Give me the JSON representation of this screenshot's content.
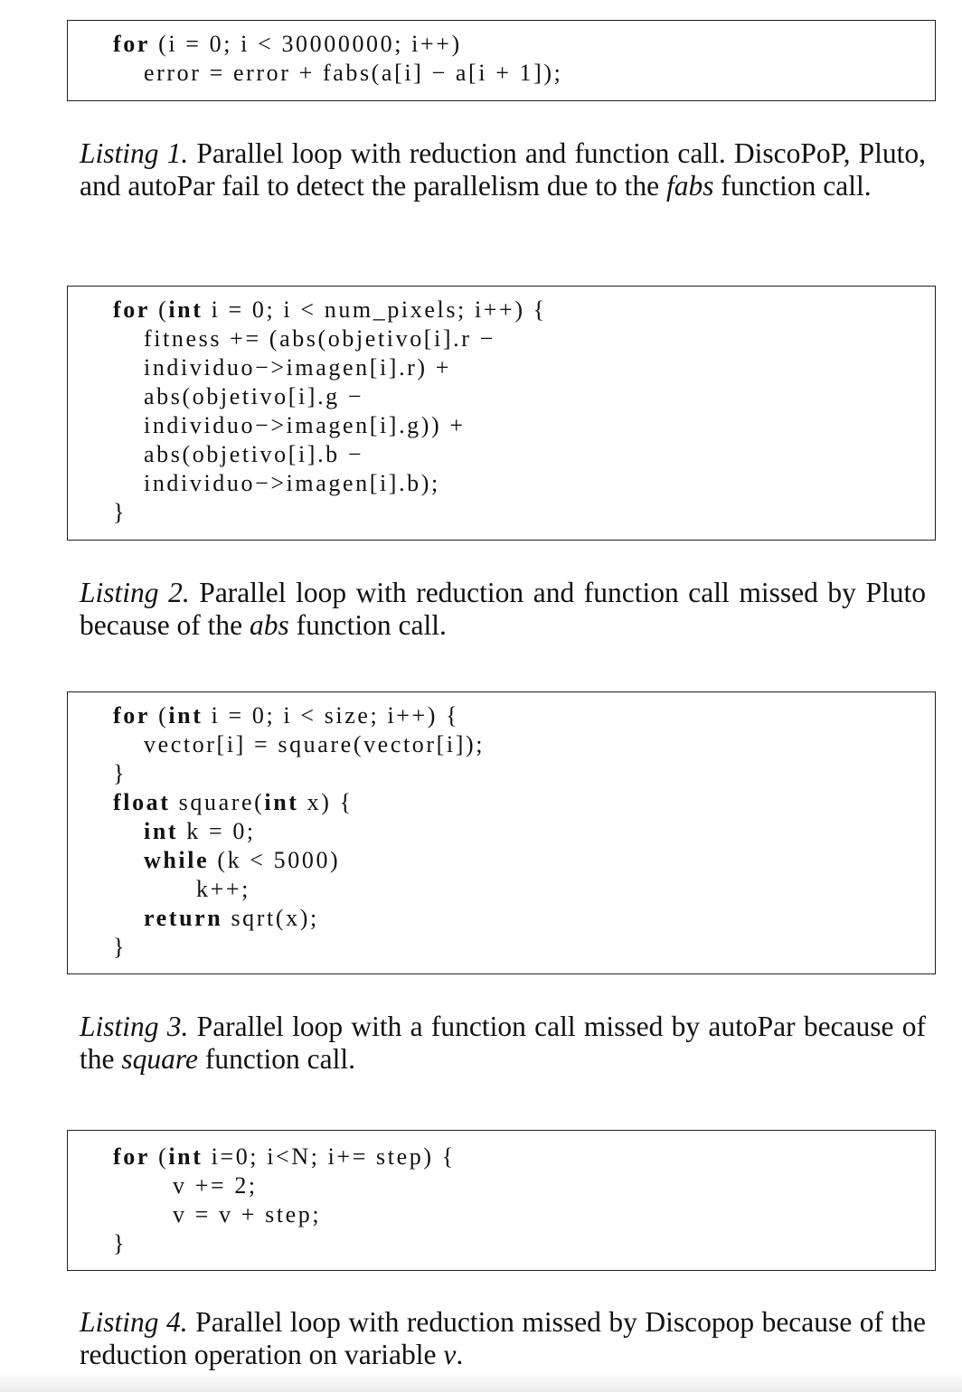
{
  "listings": [
    {
      "id": "listing-1",
      "lines": [
        {
          "kw": "for",
          "rest": " (i = 0; i < 30000000; i++)"
        },
        {
          "kw": "",
          "rest": "error = error + fabs(a[i] − a[i + 1]);"
        }
      ],
      "caption": {
        "label": "Listing 1.",
        "text": " Parallel loop with reduction and function call. DiscoPoP, Pluto, and autoPar fail to detect the parallelism due to the ",
        "math": "fabs",
        "tail": " function call."
      }
    },
    {
      "id": "listing-2",
      "lines": [
        {
          "kw": "for",
          "rest": " (",
          "kw2": "int",
          "rest2": " i = 0; i < num_pixels; i++) {"
        },
        {
          "kw": "",
          "rest": "fitness += (abs(objetivo[i].r −"
        },
        {
          "kw": "",
          "rest": "individuo−>imagen[i].r) +"
        },
        {
          "kw": "",
          "rest": "abs(objetivo[i].g −"
        },
        {
          "kw": "",
          "rest": "individuo−>imagen[i].g)) +"
        },
        {
          "kw": "",
          "rest": "abs(objetivo[i].b −"
        },
        {
          "kw": "",
          "rest": "individuo−>imagen[i].b);"
        },
        {
          "kw": "",
          "rest": "}"
        }
      ],
      "caption": {
        "label": "Listing 2.",
        "text": " Parallel loop with reduction and function call missed by Pluto because of the ",
        "math": "abs",
        "tail": " function call."
      }
    },
    {
      "id": "listing-3",
      "lines": [
        {
          "kw": "for",
          "rest": " (",
          "kw2": "int",
          "rest2": " i = 0; i < size; i++) {"
        },
        {
          "kw": "",
          "rest": "vector[i] = square(vector[i]);"
        },
        {
          "kw": "",
          "rest": "}"
        },
        {
          "kw": "float",
          "rest": " square(",
          "kw2": "int",
          "rest2": " x) {"
        },
        {
          "kw": "int",
          "rest": " k = 0;"
        },
        {
          "kw": "while",
          "rest": " (k < 5000)"
        },
        {
          "kw": "",
          "rest": "k++;"
        },
        {
          "kw": "return",
          "rest": " sqrt(x);"
        },
        {
          "kw": "",
          "rest": "}"
        }
      ],
      "caption": {
        "label": "Listing 3.",
        "text": " Parallel loop with a function call missed by autoPar because of the ",
        "math": "square",
        "tail": " function call."
      }
    },
    {
      "id": "listing-4",
      "lines": [
        {
          "kw": "for",
          "rest": " (",
          "kw2": "int",
          "rest2": " i=0; i<N; i+= step) {"
        },
        {
          "kw": "",
          "rest": "v += 2;"
        },
        {
          "kw": "",
          "rest": "v = v + step;"
        },
        {
          "kw": "",
          "rest": "}"
        }
      ],
      "caption": {
        "label": "Listing 4.",
        "text": " Parallel loop with reduction missed by Discopop because of the reduction operation on variable ",
        "math": "v",
        "tail": "."
      }
    }
  ]
}
